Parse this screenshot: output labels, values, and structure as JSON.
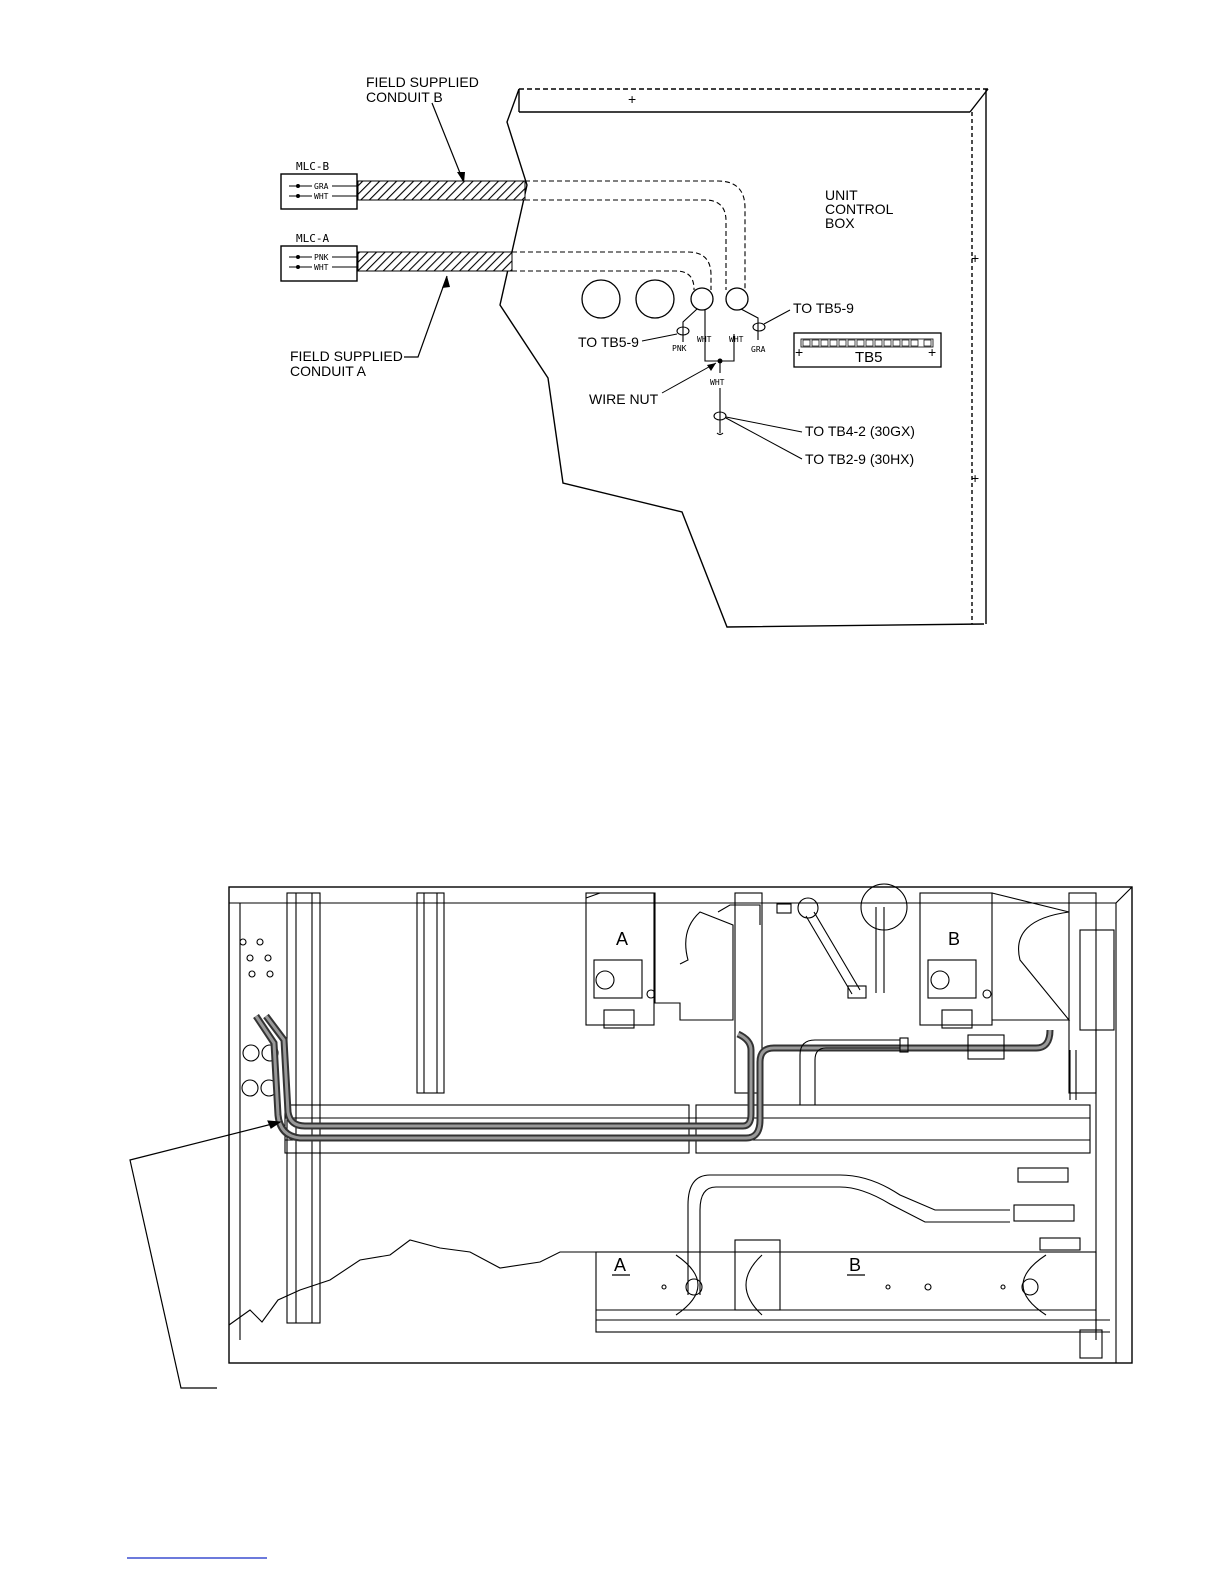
{
  "top_diagram": {
    "conduit_b_label": [
      "FIELD SUPPLIED",
      "CONDUIT B"
    ],
    "conduit_a_label": [
      "FIELD SUPPLIED",
      "CONDUIT A"
    ],
    "mlc_b": {
      "title": "MLC-B",
      "wires": [
        "GRA",
        "WHT"
      ]
    },
    "mlc_a": {
      "title": "MLC-A",
      "wires": [
        "PNK",
        "WHT"
      ]
    },
    "control_box_label": [
      "UNIT",
      "CONTROL",
      "BOX"
    ],
    "to_tb5_9_left": "TO TB5-9",
    "to_tb5_9_right": "TO TB5-9",
    "wire_tags": {
      "pnk": "PNK",
      "wht_left": "WHT",
      "wht_right": "WHT",
      "gra": "GRA",
      "wht_bottom": "WHT"
    },
    "tb5_label": "TB5",
    "wire_nut": "WIRE NUT",
    "to_tb4_2": "TO TB4-2 (30GX)",
    "to_tb2_9": "TO TB2-9 (30HX)"
  },
  "bottom_diagram": {
    "circuit_upper_a": "A",
    "circuit_upper_b": "B",
    "circuit_lower_a": "A",
    "circuit_lower_b": "B"
  }
}
